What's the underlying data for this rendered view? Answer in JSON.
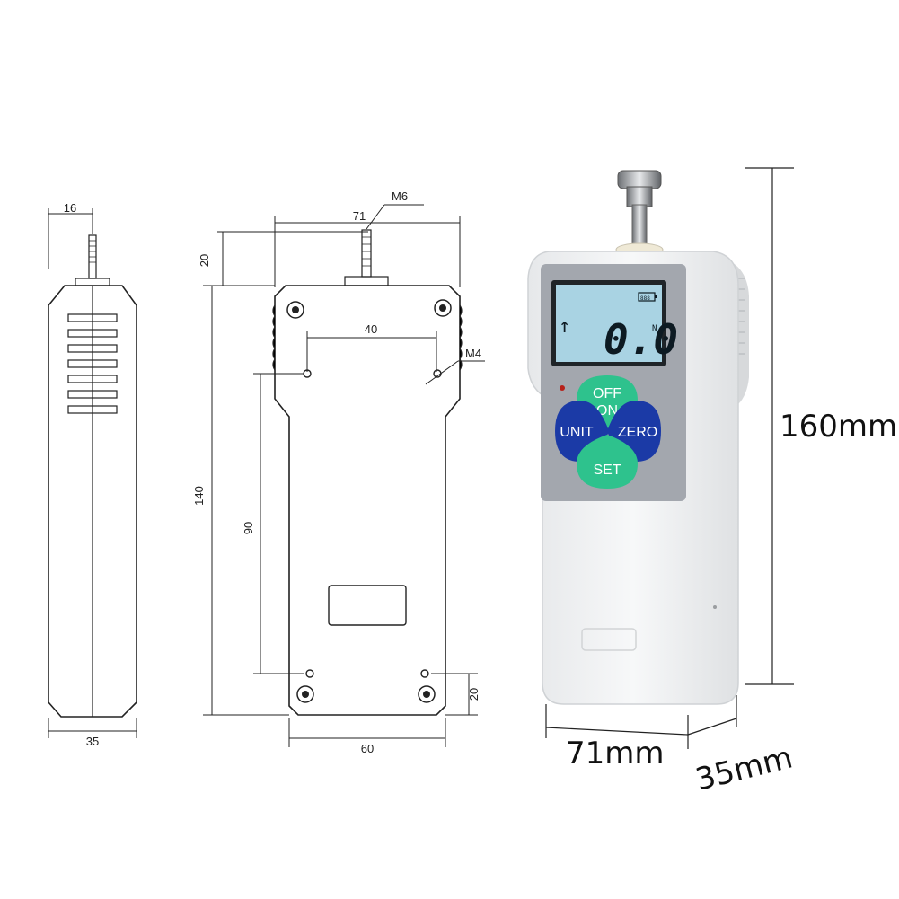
{
  "side_view": {
    "top_width": "16",
    "body_width": "35"
  },
  "back_view": {
    "top_width": "71",
    "thread_label": "M6",
    "top_height": "20",
    "hole_spacing": "40",
    "mount_label": "M4",
    "overall_height": "140",
    "hole_height": "90",
    "bottom_offset": "20",
    "bottom_width": "60"
  },
  "device": {
    "height_label": "160mm",
    "width_label": "71mm",
    "depth_label": "35mm",
    "display_value": "0.0",
    "display_unit": "N",
    "display_arrow": "↑",
    "battery_text": "888",
    "buttons": {
      "off_on": [
        "OFF",
        "ON"
      ],
      "unit": "UNIT",
      "zero": "ZERO",
      "set": "SET"
    }
  },
  "colors": {
    "button_green": "#2ec28d",
    "button_blue": "#1b3aa6",
    "lcd_background": "#a9d3e3",
    "panel_gray": "#a3a7ae",
    "body_white": "#f2f3f4"
  },
  "icons": [
    "hex-screw-icon",
    "battery-icon",
    "up-arrow-icon"
  ]
}
